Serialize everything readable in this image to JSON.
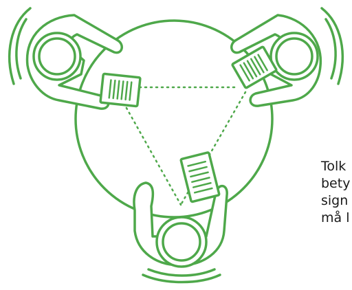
{
  "illustration": {
    "icon": "three-people-around-table-sharing-documents",
    "stroke_color": "#4ea84a",
    "connection_style": "dotted"
  },
  "caption": {
    "lines": [
      "Tolk",
      "bety",
      "sign",
      "må l"
    ]
  }
}
